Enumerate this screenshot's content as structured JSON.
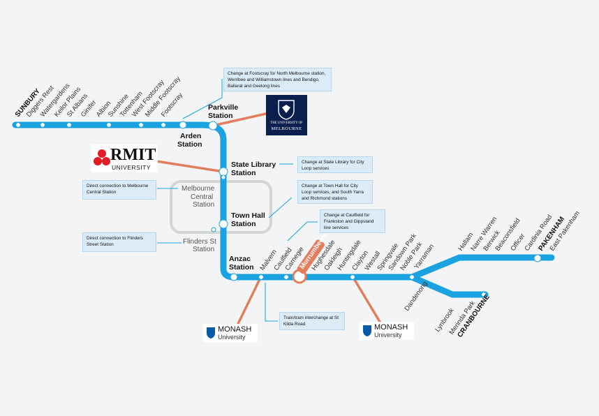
{
  "line_color": "#1aa3e0",
  "accent_color": "#e27d5d",
  "stations_west": [
    "SUNBURY",
    "Diggers Rest",
    "Watergardens",
    "Keilor Plains",
    "St Albans",
    "Ginifer",
    "Albion",
    "Sunshine",
    "Tottenham",
    "West Footscray",
    "Middle Footscray",
    "Footscray"
  ],
  "stations_tunnel": [
    "Arden Station",
    "Parkville Station",
    "State Library Station",
    "Melbourne Central Station",
    "Town Hall Station",
    "Flinders St Station",
    "Anzac Station"
  ],
  "stations_southeast": [
    "Malvern",
    "Caulfield",
    "Carnegie",
    "Murrumbeena",
    "Hughesdale",
    "Oakleigh",
    "Huntingdale",
    "Clayton",
    "Westall",
    "Springvale",
    "Sandown Park",
    "Noble Park",
    "Yarraman",
    "Dandenong"
  ],
  "stations_pakenham": [
    "Hallam",
    "Narre Warren",
    "Berwick",
    "Beaconsfield",
    "Officer",
    "Cardinia Road",
    "PAKENHAM",
    "East Pakenham"
  ],
  "stations_cranbourne": [
    "Lynbrook",
    "Merinda Park",
    "CRANBOURNE"
  ],
  "labels": {
    "arden": [
      "Arden",
      "Station"
    ],
    "parkville": [
      "Parkville",
      "Station"
    ],
    "state_library": [
      "State Library",
      "Station"
    ],
    "melbourne_central": [
      "Melbourne",
      "Central",
      "Station"
    ],
    "town_hall": [
      "Town Hall",
      "Station"
    ],
    "flinders": [
      "Flinders St",
      "Station"
    ],
    "anzac": [
      "Anzac",
      "Station"
    ]
  },
  "notes": {
    "footscray": "Change at Footscray for North Melbourne station, Werribee and Williamstown lines and Bendigo, Ballarat and Geelong lines",
    "state_library": "Change at State Library for City Loop services",
    "town_hall": "Change at Town Hall for City Loop services, and South Yarra and Richmond stations",
    "caulfield": "Change at Caulfield for Frankston and Gippsland line services",
    "melbourne_central": "Direct connection to Melbourne Central Station",
    "flinders": "Direct connection to Flinders Street Station",
    "st_kilda": "Train/tram interchange at St Kilda Road"
  },
  "logos": {
    "rmit": {
      "name": "RMIT",
      "sub": "UNIVERSITY"
    },
    "melbourne": {
      "line1": "THE UNIVERSITY OF",
      "line2": "MELBOURNE"
    },
    "monash": {
      "name": "MONASH",
      "sub": "University"
    }
  }
}
